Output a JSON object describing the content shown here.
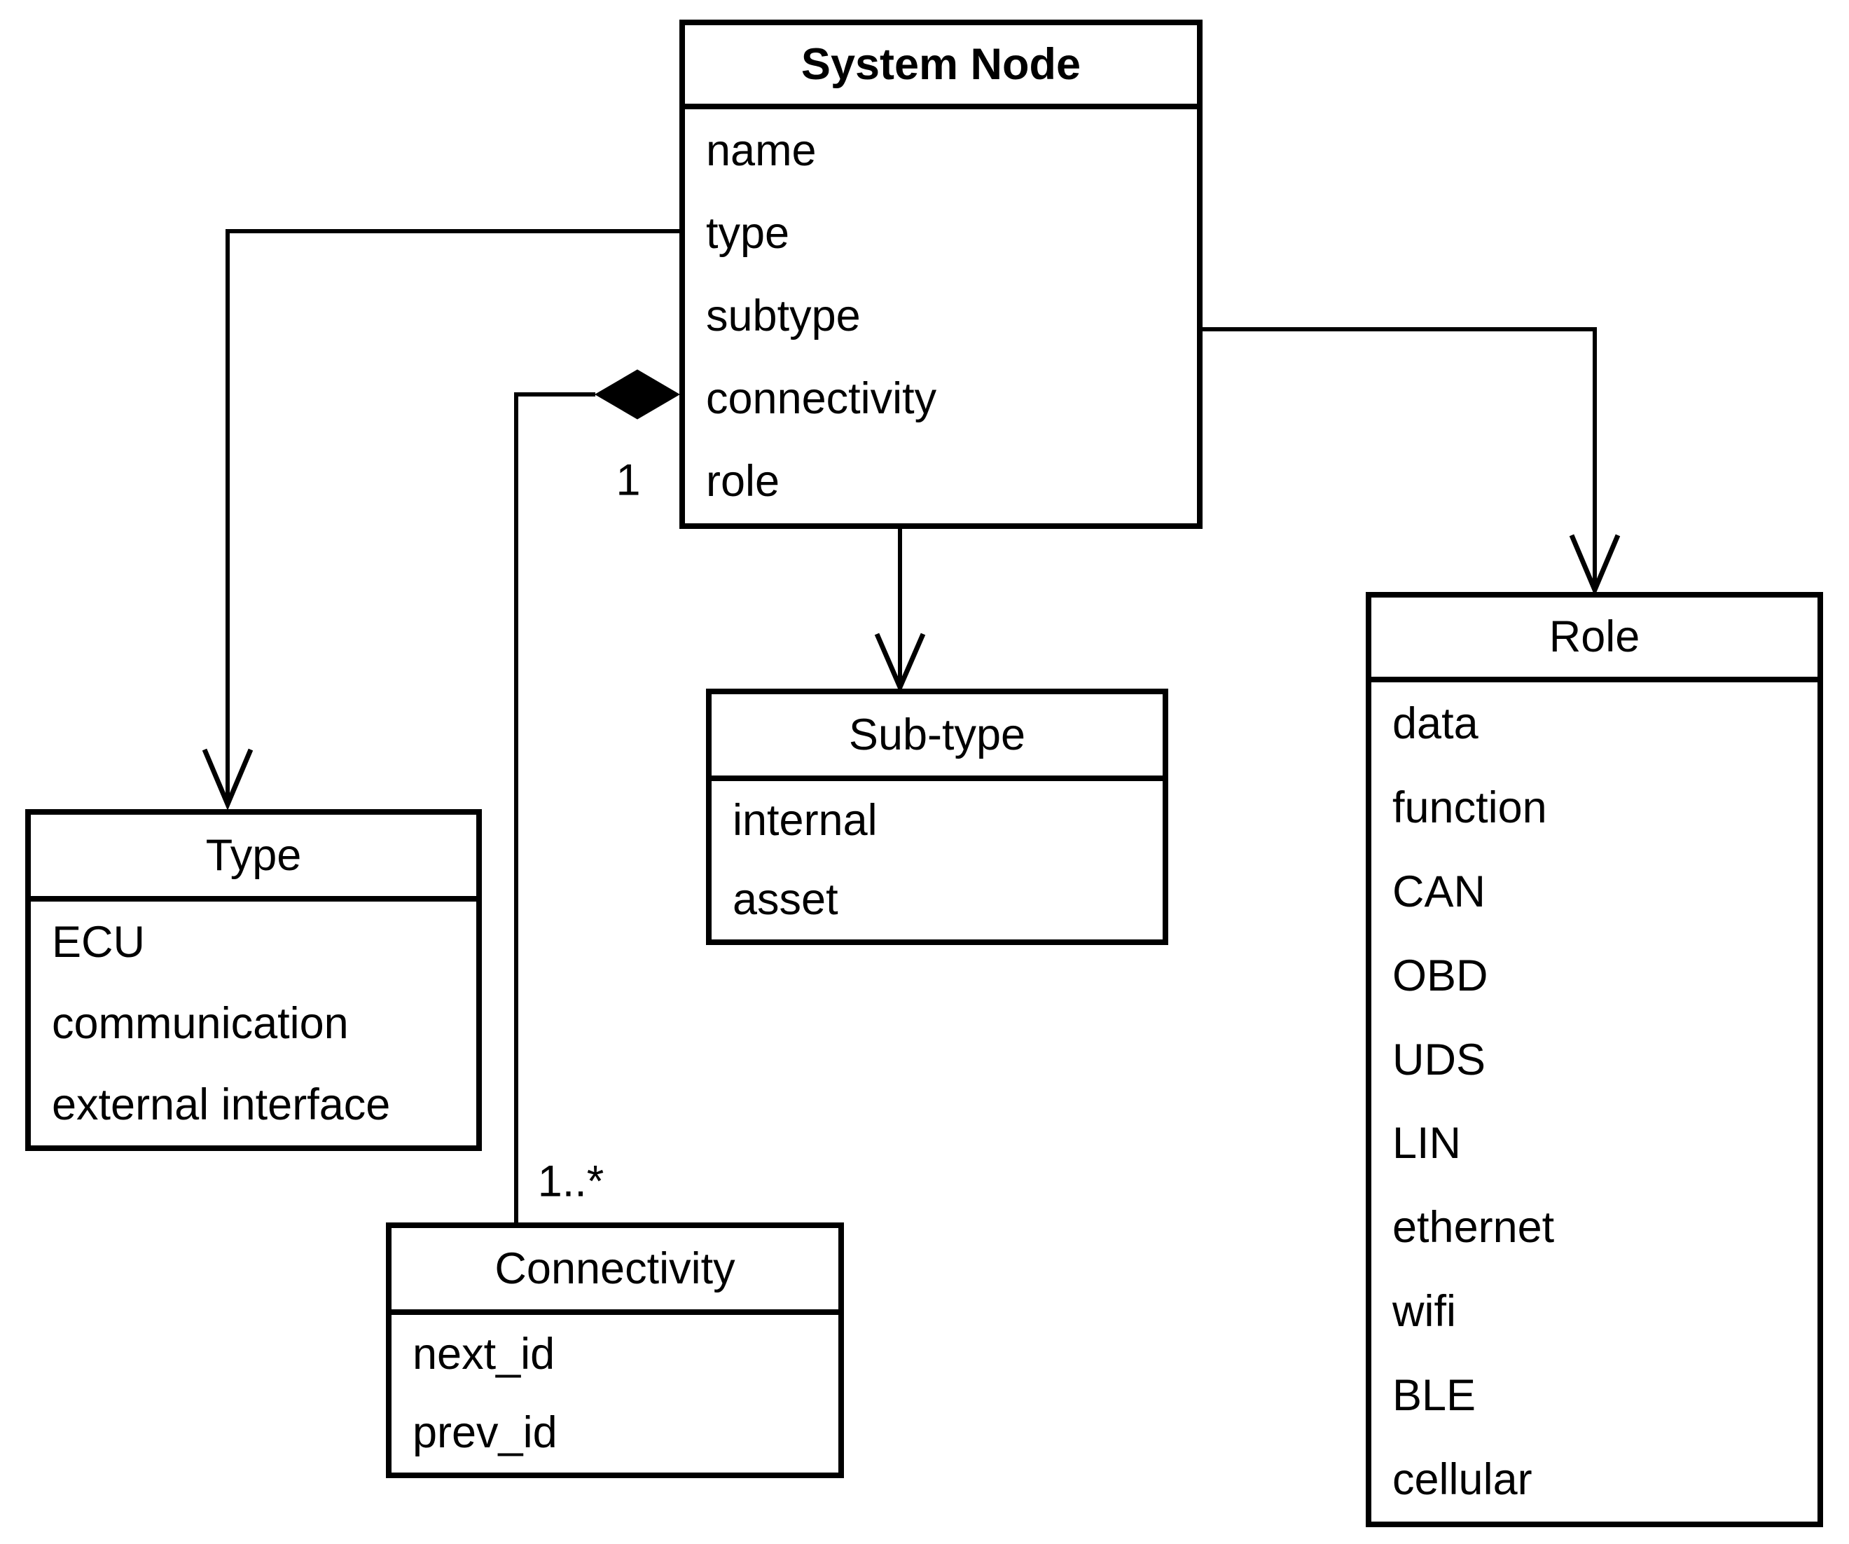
{
  "classes": {
    "system_node": {
      "title": "System Node",
      "attributes": [
        "name",
        "type",
        "subtype",
        "connectivity",
        "role"
      ]
    },
    "type": {
      "title": "Type",
      "attributes": [
        "ECU",
        "communication",
        "external interface"
      ]
    },
    "sub_type": {
      "title": "Sub-type",
      "attributes": [
        "internal",
        "asset"
      ]
    },
    "connectivity": {
      "title": "Connectivity",
      "attributes": [
        "next_id",
        "prev_id"
      ]
    },
    "role": {
      "title": "Role",
      "attributes": [
        "data",
        "function",
        "CAN",
        "OBD",
        "UDS",
        "LIN",
        "ethernet",
        "wifi",
        "BLE",
        "cellular"
      ]
    }
  },
  "multiplicities": {
    "composition_source_label": "1",
    "composition_target_label": "1..*"
  },
  "colors": {
    "line": "#000000",
    "background": "#ffffff",
    "text": "#000000"
  }
}
